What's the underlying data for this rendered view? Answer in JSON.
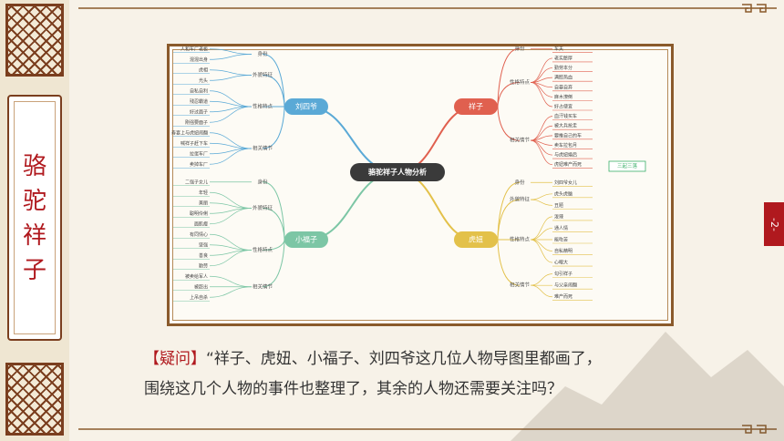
{
  "sidebar": {
    "title_chars": [
      "骆",
      "驼",
      "祥",
      "子"
    ]
  },
  "page_number": "-2-",
  "mindmap": {
    "center": "骆驼祥子人物分析",
    "branches": [
      {
        "name": "刘四爷",
        "groups": [
          {
            "label": "身份",
            "items": [
              "人和车厂老板",
              "混混出身"
            ]
          },
          {
            "label": "外貌特征",
            "items": [
              "虎相",
              "光头"
            ]
          },
          {
            "label": "性格特点",
            "items": [
              "自私自利",
              "残忍霸道",
              "好过面子",
              "刚强要面子"
            ]
          },
          {
            "label": "相关情节",
            "items": [
              "寿宴上与虎妞闹翻",
              "喊祥子赶下车",
              "拉蛋车厂",
              "卖掉车厂"
            ]
          }
        ]
      },
      {
        "name": "祥子",
        "groups": [
          {
            "label": "身份",
            "items": [
              "车夫"
            ]
          },
          {
            "label": "性格特点",
            "items": [
              "老实憨厚",
              "勤劳本分",
              "满腔热血",
              "自暴自弃",
              "麻木潦倒",
              "好占便宜"
            ]
          },
          {
            "label": "相关情节",
            "items": [
              "血汗钱买车",
              "被大兵抢走",
              "要推自己的车",
              "卖车拉包月",
              "与虎妞婚后",
              "虎妞难产而死"
            ]
          }
        ],
        "tag": "三起三落"
      },
      {
        "name": "小福子",
        "groups": [
          {
            "label": "身份",
            "items": [
              "二强子女儿"
            ]
          },
          {
            "label": "外貌特征",
            "items": [
              "年轻",
              "美丽",
              "聪明伶俐",
              "面肌瘦"
            ]
          },
          {
            "label": "性格特点",
            "items": [
              "有同情心",
              "坚强",
              "善良",
              "勤劳"
            ]
          },
          {
            "label": "相关情节",
            "items": [
              "被卖给军人",
              "被赶出",
              "上吊自杀"
            ]
          }
        ]
      },
      {
        "name": "虎妞",
        "groups": [
          {
            "label": "身份",
            "items": [
              "刘四爷女儿"
            ]
          },
          {
            "label": "外貌特征",
            "items": [
              "虎头虎脑",
              "丑陋"
            ]
          },
          {
            "label": "性格特点",
            "items": [
              "泼辣",
              "通人情",
              "能吃苦",
              "自私精明",
              "心眼大"
            ]
          },
          {
            "label": "相关情节",
            "items": [
              "勾引祥子",
              "与父亲闹翻",
              "难产而死"
            ]
          }
        ]
      }
    ]
  },
  "question": {
    "tag": "【疑问】",
    "line1": "“祥子、虎妞、小福子、刘四爷这几位人物导图里都画了，",
    "line2": "围绕这几个人物的事件也整理了，其余的人物还需要关注吗？"
  }
}
